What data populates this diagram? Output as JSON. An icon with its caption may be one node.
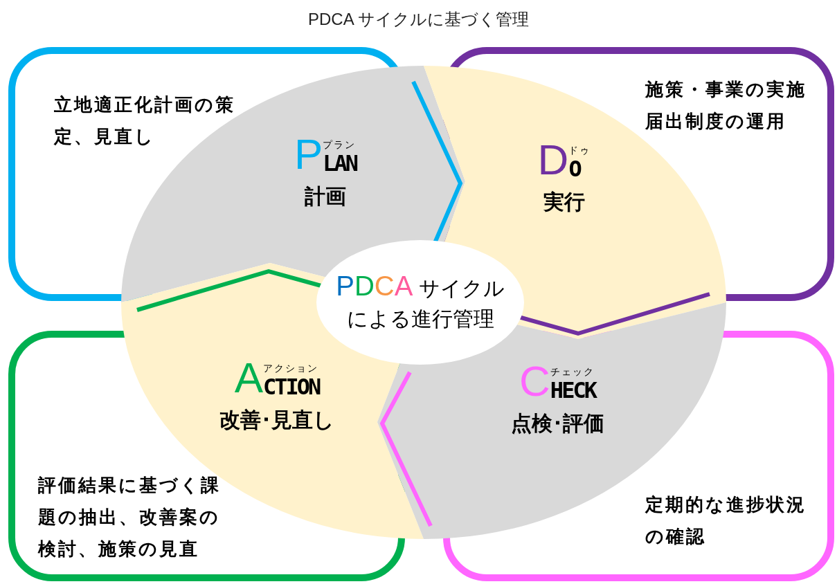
{
  "diagram": {
    "title": "PDCA サイクルに基づく管理",
    "nodes": [
      {
        "text": [
          "立地適正化計画の策定、見直し"
        ]
      },
      {
        "text": [
          "施策・事業の実施",
          "届出制度の運用"
        ]
      },
      {
        "text": [
          "評価結果に基づく課題の抽出、改善案の検討、施策の見直"
        ]
      },
      {
        "text": [
          "定期的な進捗状況の確認"
        ]
      },
      {
        "text": [
          "P",
          "プラン",
          "LAN",
          "計画"
        ]
      },
      {
        "text": [
          "D",
          "ドゥ",
          "O",
          "実行"
        ]
      },
      {
        "text": [
          "A",
          "アクション",
          "CTION",
          "改善･見直し"
        ]
      },
      {
        "text": [
          "C",
          "チェック",
          "HECK",
          "点検･評価"
        ]
      },
      {
        "text": [
          "PDCA",
          "サイクルによる進行管理"
        ]
      }
    ],
    "edges": []
  }
}
